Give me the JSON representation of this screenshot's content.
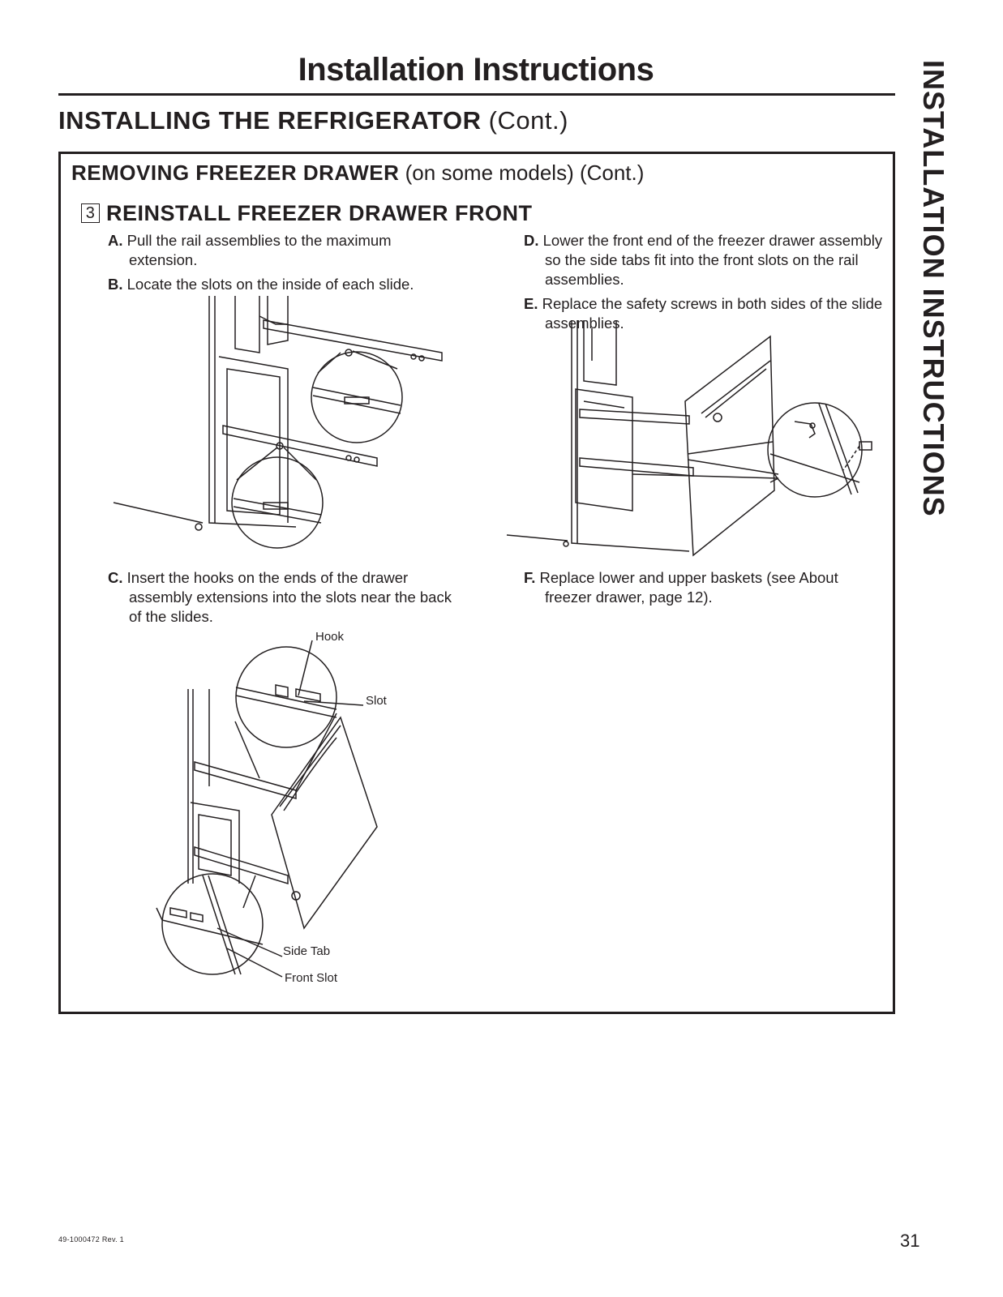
{
  "page": {
    "title": "Installation Instructions",
    "section_heading_bold": "INSTALLING THE REFRIGERATOR",
    "section_heading_rest": " (Cont.)",
    "side_tab": "INSTALLATION INSTRUCTIONS",
    "doc_number": "49-1000472  Rev. 1",
    "page_number": "31"
  },
  "box": {
    "heading_bold": "REMOVING FREEZER DRAWER",
    "heading_rest": " (on some models) (Cont.)",
    "step_number": "3",
    "step_title": "REINSTALL FREEZER DRAWER FRONT"
  },
  "steps": {
    "a": {
      "letter": "A.",
      "text": " Pull the rail assemblies to the maximum extension."
    },
    "b": {
      "letter": "B.",
      "text": " Locate the slots on the inside of each slide."
    },
    "c": {
      "letter": "C.",
      "text": " Insert the hooks on the ends of the drawer assembly extensions into the slots near the back of the slides."
    },
    "d": {
      "letter": "D.",
      "text": " Lower the front end of the freezer drawer assembly so the side tabs fit into the front slots on the rail assemblies."
    },
    "e": {
      "letter": "E.",
      "text": " Replace the safety screws in both sides of the slide assemblies."
    },
    "f": {
      "letter": "F.",
      "text": " Replace lower and upper baskets (see About freezer drawer, page 12)."
    }
  },
  "callouts": {
    "hook": "Hook",
    "slot": "Slot",
    "side_tab": "Side Tab",
    "front_slot": "Front Slot"
  }
}
